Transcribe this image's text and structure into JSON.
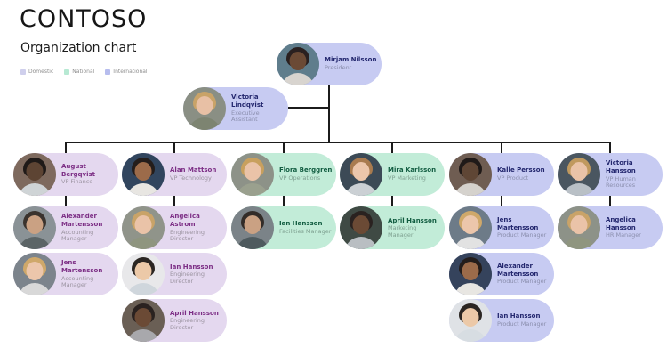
{
  "header": {
    "company": "CONTOSO",
    "subtitle": "Organization chart",
    "legend": [
      {
        "label": "Domestic",
        "color": "#cfcfec"
      },
      {
        "label": "National",
        "color": "#b7e9d3"
      },
      {
        "label": "International",
        "color": "#b7bdee"
      }
    ]
  },
  "branch_colors": {
    "blue": {
      "bg": "#c7cbf2",
      "name": "#23276e",
      "role": "#8b8fae"
    },
    "purple": {
      "bg": "#e4d8ef",
      "name": "#7c2e85",
      "role": "#9b93a0"
    },
    "green": {
      "bg": "#c2ecd8",
      "name": "#115c40",
      "role": "#7fa191"
    }
  },
  "connector_color": "#1b1b1b",
  "nodes": [
    {
      "id": "mirjam",
      "name": "Mirjam Nilsson",
      "role": "President",
      "branch": "blue",
      "pos": "root",
      "avatar": {
        "bg": "#5f7d8c",
        "skin": "#6b4a35",
        "hair": "#2a2020",
        "shirt": "#d8d4cf"
      }
    },
    {
      "id": "victoria-l",
      "name": "Victoria Lindqvist",
      "role": "Executive Assistant",
      "branch": "blue",
      "pos": "assistant",
      "avatar": {
        "bg": "#8a8f84",
        "skin": "#e8c0a5",
        "hair": "#c9a368",
        "shirt": "#7d8471"
      }
    },
    {
      "id": "august",
      "name": "August Bergqvist",
      "role": "VP Finance",
      "branch": "purple",
      "col": 0,
      "row": 0,
      "avatar": {
        "bg": "#7e6a5e",
        "skin": "#5d4433",
        "hair": "#1f1a18",
        "shirt": "#cfd4d6"
      }
    },
    {
      "id": "alan",
      "name": "Alan Mattson",
      "role": "VP Technology",
      "branch": "purple",
      "col": 1,
      "row": 0,
      "avatar": {
        "bg": "#31455e",
        "skin": "#9c6b4a",
        "hair": "#241d1b",
        "shirt": "#e8e6e2"
      }
    },
    {
      "id": "flora",
      "name": "Flora Berggren",
      "role": "VP Operations",
      "branch": "green",
      "col": 2,
      "row": 0,
      "avatar": {
        "bg": "#8d9288",
        "skin": "#eac3a8",
        "hair": "#c8a05e",
        "shirt": "#9aa08e"
      }
    },
    {
      "id": "mira",
      "name": "Mira Karlsson",
      "role": "VP Marketing",
      "branch": "green",
      "col": 3,
      "row": 0,
      "avatar": {
        "bg": "#3c4a56",
        "skin": "#ecc6ab",
        "hair": "#a97b4f",
        "shirt": "#cbd0d4"
      }
    },
    {
      "id": "kalle",
      "name": "Kalle Persson",
      "role": "VP Product",
      "branch": "blue",
      "col": 4,
      "row": 0,
      "avatar": {
        "bg": "#6f5d52",
        "skin": "#5f4635",
        "hair": "#201a18",
        "shirt": "#d5d2cd"
      }
    },
    {
      "id": "victoria-h",
      "name": "Victoria Hansson",
      "role": "VP Human Resources",
      "branch": "blue",
      "col": 5,
      "row": 0,
      "avatar": {
        "bg": "#4a5660",
        "skin": "#eac3a8",
        "hair": "#c0995f",
        "shirt": "#b9c0c6"
      }
    },
    {
      "id": "alexander-a",
      "name": "Alexander Martensson",
      "role": "Accounting Manager",
      "branch": "purple",
      "col": 0,
      "row": 1,
      "avatar": {
        "bg": "#8a9296",
        "skin": "#caa183",
        "hair": "#3a332e",
        "shirt": "#5b6466"
      }
    },
    {
      "id": "jens-a",
      "name": "Jens Martensson",
      "role": "Accounting Manager",
      "branch": "purple",
      "col": 0,
      "row": 2,
      "avatar": {
        "bg": "#7c848c",
        "skin": "#ecc6ab",
        "hair": "#cfa86a",
        "shirt": "#d8d8d8"
      }
    },
    {
      "id": "angelica-a",
      "name": "Angelica Astrom",
      "role": "Engineering Director",
      "branch": "purple",
      "col": 1,
      "row": 1,
      "avatar": {
        "bg": "#90948a",
        "skin": "#eac3a8",
        "hair": "#c9a368",
        "shirt": "#8f957f"
      }
    },
    {
      "id": "ian-e",
      "name": "Ian Hansson",
      "role": "Engineering Director",
      "branch": "purple",
      "col": 1,
      "row": 2,
      "avatar": {
        "bg": "#e8e8ea",
        "skin": "#ecc9a8",
        "hair": "#2b2622",
        "shirt": "#cfd6dc"
      }
    },
    {
      "id": "april-e",
      "name": "April Hansson",
      "role": "Engineering Director",
      "branch": "purple",
      "col": 1,
      "row": 3,
      "avatar": {
        "bg": "#6a5f55",
        "skin": "#6b4a35",
        "hair": "#2a2220",
        "shirt": "#a8a8ac"
      }
    },
    {
      "id": "ian-f",
      "name": "Ian Hansson",
      "role": "Facilities Manager",
      "branch": "green",
      "col": 2,
      "row": 1,
      "avatar": {
        "bg": "#7b8388",
        "skin": "#caa183",
        "hair": "#332c28",
        "shirt": "#4e5a5e"
      }
    },
    {
      "id": "april-m",
      "name": "April Hansson",
      "role": "Marketing Manager",
      "branch": "green",
      "col": 3,
      "row": 1,
      "avatar": {
        "bg": "#3f4a44",
        "skin": "#6b4a35",
        "hair": "#2a2220",
        "shirt": "#b9bec2"
      }
    },
    {
      "id": "jens-p",
      "name": "Jens Martensson",
      "role": "Product Manager",
      "branch": "blue",
      "col": 4,
      "row": 1,
      "avatar": {
        "bg": "#6d7b88",
        "skin": "#ecc6ab",
        "hair": "#cfa86a",
        "shirt": "#e2e2e2"
      }
    },
    {
      "id": "alexander-p",
      "name": "Alexander Martensson",
      "role": "Product Manager",
      "branch": "blue",
      "col": 4,
      "row": 2,
      "avatar": {
        "bg": "#35435c",
        "skin": "#9c6b4a",
        "hair": "#241d1b",
        "shirt": "#e8e6e2"
      }
    },
    {
      "id": "ian-p",
      "name": "Ian Hansson",
      "role": "Product Manager",
      "branch": "blue",
      "col": 4,
      "row": 3,
      "avatar": {
        "bg": "#dfe2e6",
        "skin": "#ecc9a8",
        "hair": "#2b2622",
        "shirt": "#d7dde2"
      }
    },
    {
      "id": "angelica-h",
      "name": "Angelica Hansson",
      "role": "HR Manager",
      "branch": "blue",
      "col": 5,
      "row": 1,
      "avatar": {
        "bg": "#8d9288",
        "skin": "#eac3a8",
        "hair": "#c9a368",
        "shirt": "#8f957f"
      }
    }
  ]
}
